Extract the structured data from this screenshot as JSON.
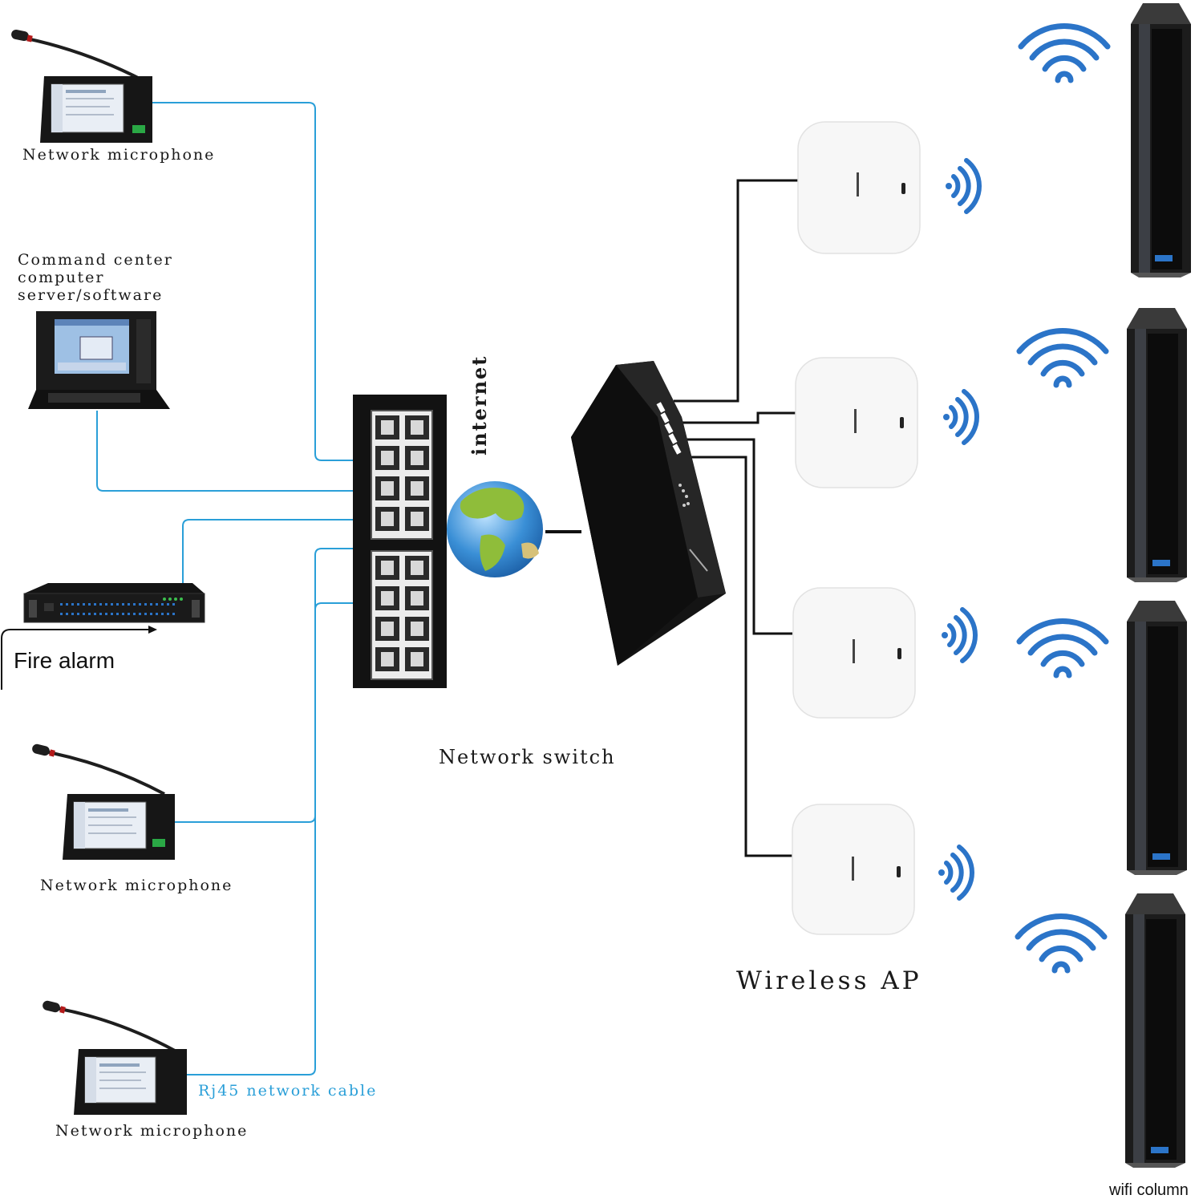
{
  "labels": {
    "mic_top": "Network microphone",
    "command_center": "Command center\ncomputer\nserver/software",
    "fire_alarm": "Fire alarm",
    "mic_middle": "Network microphone",
    "mic_bottom": "Network microphone",
    "rj45_cable": "Rj45 network cable",
    "internet": "internet",
    "network_switch": "Network switch",
    "wireless_ap": "Wireless AP",
    "wifi_column": "wifi column"
  },
  "colors": {
    "cable_blue": "#2a9fd8",
    "cable_black": "#111111",
    "wifi_blue": "#2b74c8",
    "device_dark": "#161616",
    "ap_white": "#f7f7f7"
  }
}
